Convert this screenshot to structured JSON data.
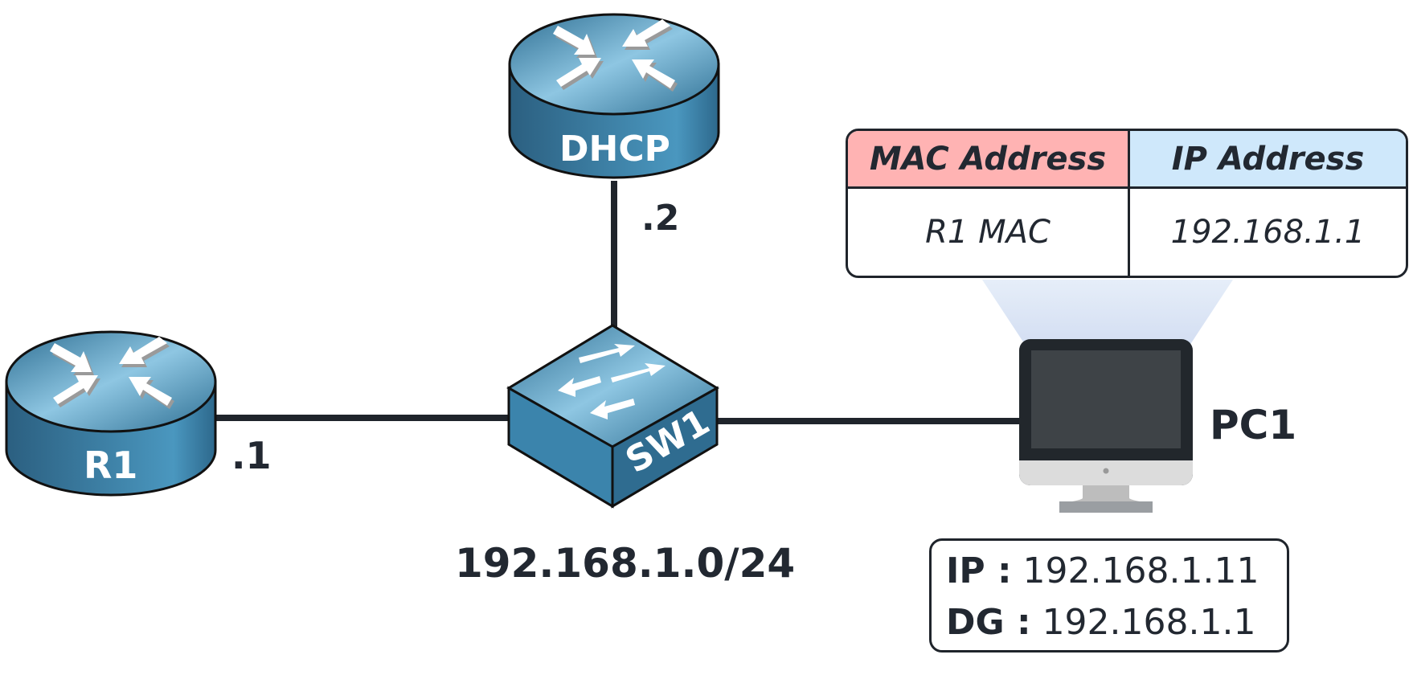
{
  "diagram": {
    "network": "192.168.1.0/24",
    "devices": {
      "r1": {
        "label": "R1",
        "type": "router",
        "interface_suffix": ".1"
      },
      "dhcp": {
        "label": "DHCP",
        "type": "router",
        "interface_suffix": ".2"
      },
      "sw1": {
        "label": "SW1",
        "type": "switch"
      },
      "pc1": {
        "label": "PC1",
        "type": "pc"
      }
    },
    "links": [
      {
        "from": "R1",
        "to": "SW1"
      },
      {
        "from": "DHCP",
        "to": "SW1"
      },
      {
        "from": "SW1",
        "to": "PC1"
      }
    ],
    "arp_table": {
      "headers": {
        "mac": "MAC Address",
        "ip": "IP Address"
      },
      "rows": [
        {
          "mac": "R1 MAC",
          "ip": "192.168.1.1"
        }
      ],
      "colors": {
        "mac_header": "#ffb3b3",
        "ip_header": "#cfe8fb"
      }
    },
    "pc_info": {
      "ip_label": "IP :",
      "ip_value": "192.168.1.11",
      "dg_label": "DG :",
      "dg_value": "192.168.1.1"
    },
    "colors": {
      "device_blue": "#3f86ab",
      "line": "#1f242b",
      "text": "#222831"
    }
  }
}
